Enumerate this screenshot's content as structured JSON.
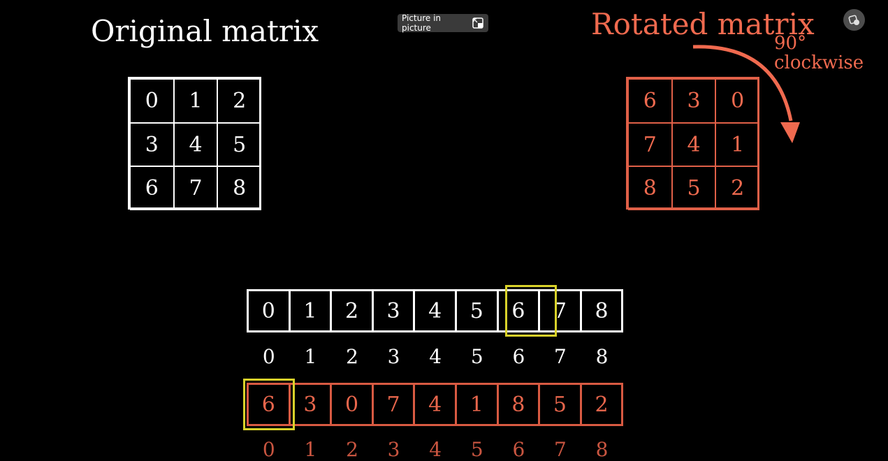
{
  "titles": {
    "original": "Original matrix",
    "rotated": "Rotated matrix",
    "rotation_note": [
      "90°",
      "clockwise"
    ]
  },
  "original_matrix": [
    [
      "0",
      "1",
      "2"
    ],
    [
      "3",
      "4",
      "5"
    ],
    [
      "6",
      "7",
      "8"
    ]
  ],
  "rotated_matrix": [
    [
      "6",
      "3",
      "0"
    ],
    [
      "7",
      "4",
      "1"
    ],
    [
      "8",
      "5",
      "2"
    ]
  ],
  "original_array": [
    "0",
    "1",
    "2",
    "3",
    "4",
    "5",
    "6",
    "7",
    "8"
  ],
  "original_indices": [
    "0",
    "1",
    "2",
    "3",
    "4",
    "5",
    "6",
    "7",
    "8"
  ],
  "rotated_array": [
    "6",
    "3",
    "0",
    "7",
    "4",
    "1",
    "8",
    "5",
    "2"
  ],
  "rotated_indices": [
    "0",
    "1",
    "2",
    "3",
    "4",
    "5",
    "6",
    "7",
    "8"
  ],
  "highlight": {
    "original_array_index": 6,
    "rotated_array_index": 0
  },
  "pip_button": {
    "label": "Picture in picture",
    "icon": "pip-exit-icon"
  },
  "extension_button": {
    "icon": "extension-icon"
  },
  "colors": {
    "accent": "#f06a4f",
    "highlight": "#d9d22a",
    "background": "#000000",
    "white": "#ffffff"
  }
}
